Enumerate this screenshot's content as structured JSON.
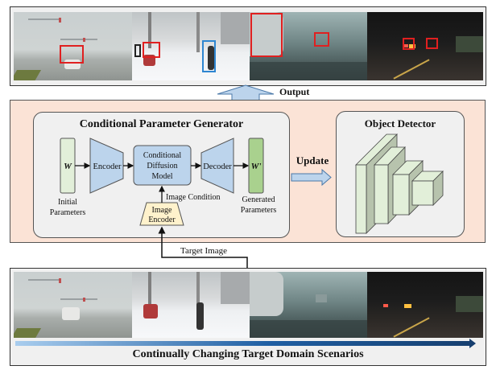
{
  "output_label": "Output",
  "update_label": "Update",
  "target_image_label": "Target Image",
  "generator": {
    "title": "Conditional Parameter Generator",
    "w_label": "W",
    "w_prime_label": "W'",
    "encoder_label": "Encoder",
    "decoder_label": "Decoder",
    "diffusion_label": [
      "Conditional",
      "Diffusion",
      "Model"
    ],
    "image_encoder_label": [
      "Image",
      "Encoder"
    ],
    "image_condition_label": "Image Condition",
    "initial_params_label": [
      "Initial",
      "Parameters"
    ],
    "generated_params_label": [
      "Generated",
      "Parameters"
    ]
  },
  "detector": {
    "title": "Object Detector"
  },
  "scenarios": {
    "caption": "Continually Changing Target Domain Scenarios",
    "panels": [
      "fog",
      "snow",
      "rain",
      "night"
    ]
  },
  "colors": {
    "panel_bg": "#fbe3d6",
    "box_bg": "#f0f0f0",
    "blue_block": "#bcd4ec",
    "light_green": "#e2efd9",
    "dark_green": "#a9d18e",
    "yellow": "#fff2cc",
    "bbox_red": "#e02020",
    "bbox_blue": "#2e86d1"
  }
}
